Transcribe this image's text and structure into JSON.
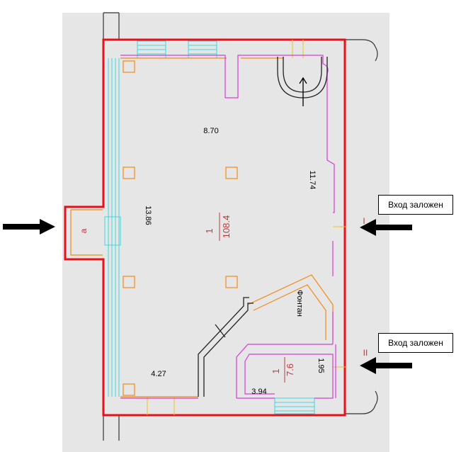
{
  "plan": {
    "room_number": "1",
    "room_area": "108.4",
    "small_room_number": "1",
    "small_room_area": "7.6",
    "vestibule_label": "а",
    "fountain_label": "Фонтан",
    "dimensions": {
      "top_width": "8.70",
      "right_height": "11.74",
      "left_height": "13.86",
      "bottom_left_width": "4.27",
      "small_room_height": "1.95",
      "small_room_width": "3.94"
    },
    "entrance_marks": [
      "I",
      "II"
    ]
  },
  "annotations": [
    {
      "text": "Вход заложен"
    },
    {
      "text": "Вход заложен"
    }
  ],
  "colors": {
    "outline": "#e8101a",
    "wall": "#d63cd6",
    "furniture": "#f28a18",
    "window": "#38d8e0",
    "background": "#e6e6e6"
  }
}
